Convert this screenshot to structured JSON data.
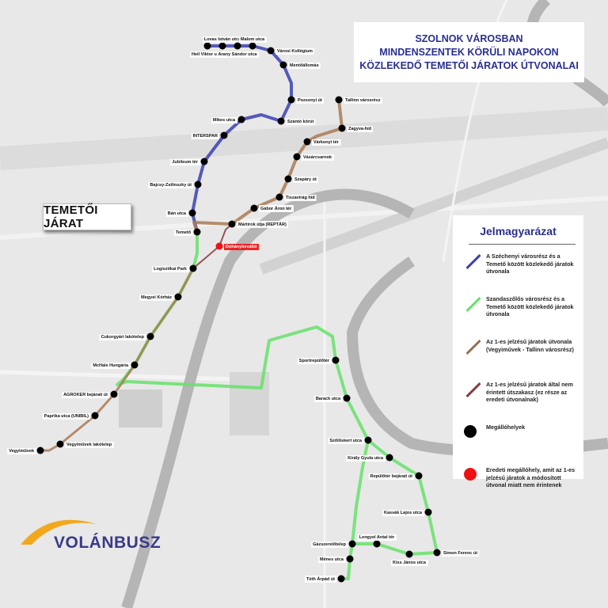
{
  "title": {
    "lines": [
      "SZOLNOK VÁROSBAN",
      "MINDENSZENTEK KÖRÜLI NAPOKON",
      "KÖZLEKEDŐ TEMETŐI JÁRATOK ÚTVONALAI"
    ]
  },
  "badge": "TEMETŐI JÁRAT",
  "legend": {
    "title": "Jelmagyarázat",
    "items": [
      {
        "text": "A Széchenyi városrész és a Temető között közlekedő járatok útvonala",
        "color": "#3b3fb0",
        "kind": "line"
      },
      {
        "text": "Szandaszőlős városrész és a Temető között közlekedő járatok útvonala",
        "color": "#66e06a",
        "kind": "line"
      },
      {
        "text": "Az 1-es jelzésű járatok útvonala (Vegyiművek - Tallinn városrész)",
        "color": "#9b6f4e",
        "kind": "line"
      },
      {
        "text": "Az 1-es jelzésű járatok által nem érintett útszakasz (ez része az eredeti útvonalnak)",
        "color": "#8a3a3a",
        "kind": "line"
      },
      {
        "text": "Megállóhelyek",
        "color": "#000000",
        "kind": "dot"
      },
      {
        "text": "Eredeti megállóhely, amit az 1-es jelzésű járatok a módosított útvonal miatt nem érintenek",
        "color": "#ee1111",
        "kind": "dot"
      }
    ]
  },
  "stops": [
    {
      "name": "Heil Viktor utca"
    },
    {
      "name": "Lovas István utca"
    },
    {
      "name": "Arany Sándor utca"
    },
    {
      "name": "Malom utca"
    },
    {
      "name": "Városi Kollégium"
    },
    {
      "name": "Mentőállomás"
    },
    {
      "name": "Pozsonyi út"
    },
    {
      "name": "Szántó körút"
    },
    {
      "name": "Mikes utca"
    },
    {
      "name": "INTERSPAR"
    },
    {
      "name": "Jubileum tér"
    },
    {
      "name": "Bajcsy-Zsilinszky út"
    },
    {
      "name": "Bán utca"
    },
    {
      "name": "Temető"
    },
    {
      "name": "Tallinn városrész"
    },
    {
      "name": "Zagyva-híd"
    },
    {
      "name": "Várkonyi tér"
    },
    {
      "name": "Vásárcsarnok"
    },
    {
      "name": "Szapáry út"
    },
    {
      "name": "Tiszavirág híd"
    },
    {
      "name": "Gábor Áron tér"
    },
    {
      "name": "Mártírok útja (REPTÁR)"
    },
    {
      "name": "Logisztikai Park"
    },
    {
      "name": "Megyei Kórház"
    },
    {
      "name": "Cukorgyári lakótelep"
    },
    {
      "name": "McHale Hungária"
    },
    {
      "name": "AGROKER bejárati út"
    },
    {
      "name": "Paprika utca (UNIBIL)"
    },
    {
      "name": "Vegyiművek lakótelep"
    },
    {
      "name": "Vegyiművek"
    },
    {
      "name": "Sportrepülőtér"
    },
    {
      "name": "Barack utca"
    },
    {
      "name": "Szőlőskert utca"
    },
    {
      "name": "Király Gyula utca"
    },
    {
      "name": "Repülőtér bejárati út"
    },
    {
      "name": "Kassák Lajos utca"
    },
    {
      "name": "Simon Ferenc út"
    },
    {
      "name": "Kiss János utca"
    },
    {
      "name": "Lengyel Antal tér"
    },
    {
      "name": "Gázszerelőtelep"
    },
    {
      "name": "Ménes utca"
    },
    {
      "name": "Tóth Árpád út"
    }
  ],
  "original_stop": {
    "name": "Dohánybeváltó"
  },
  "logo": "VOLÁNBUSZ",
  "colors": {
    "blue": "#3b3fb0",
    "green": "#66e06a",
    "brown": "#a97a55",
    "darkred": "#8a3a3a",
    "red": "#ee1111",
    "title": "#2a2f8f"
  }
}
